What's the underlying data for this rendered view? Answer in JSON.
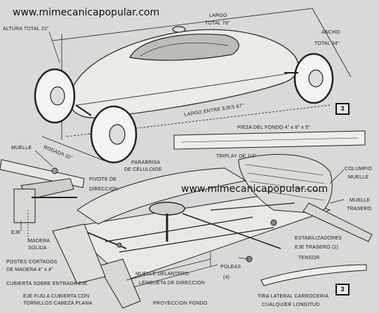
{
  "watermark": {
    "top": "www.mimecanicapopular.com",
    "middle": "www.mimecanicapopular.com"
  },
  "labels": {
    "altura_total": "ALTURA TOTAL 22\"",
    "largo": "LARGO",
    "largo_total": "TOTAL 78\"",
    "ancho": "ANCHO",
    "ancho_total": "TOTAL 34\"",
    "largo_entre_ejes": "LARGO ENTRE EJES 67\"",
    "rodada": "RODADA 32\"",
    "pieza_del_fondo": "PIEZA DEL FONDO 4\" x 8\" x 5\"",
    "triplay": "TRIPLAY DE 1/4\"",
    "parabrisa_1": "PARABRISA",
    "parabrisa_2": "DE CELULOIDE",
    "pivote_1": "PIVOTE DE",
    "pivote_2": "DIRECCION",
    "muelle": "MUELLE",
    "eje": "EJE",
    "madera_1": "MADERA",
    "madera_2": "SOLIDA",
    "postes_1": "POSTES CORTADOS",
    "postes_2": "DE MADERA 4\" x 4\"",
    "cubierta_entrada": "CUBIERTA SOBRE ENTRADA EJE",
    "eje_fijo_1": "EJE FIJO A CUBIERTA CON",
    "eje_fijo_2": "TORNILLOS CABEZA PLANA",
    "muelle_delantero": "MUELLE DELANTERO",
    "lengueta": "LENGUETA DE DIRECCION",
    "proyeccion": "PROYECCION FONDO",
    "columpio_1": "COLUMPIO",
    "columpio_2": "MUELLE",
    "muelle_trasero_1": "MUELLE",
    "muelle_trasero_2": "TRASERO",
    "estabilizadores": "ESTABILIZADORES",
    "eje_trasero": "EJE TRASERO (2)",
    "tensor": "TENSOR",
    "poleas_1": "POLEAS",
    "poleas_2": "(4)",
    "tira_1": "TIRA LATERAL CARROCERIA",
    "tira_2": "CUALQUIER LONGITUD"
  },
  "figure_numbers": {
    "fig_a": "3",
    "fig_b": "3"
  }
}
